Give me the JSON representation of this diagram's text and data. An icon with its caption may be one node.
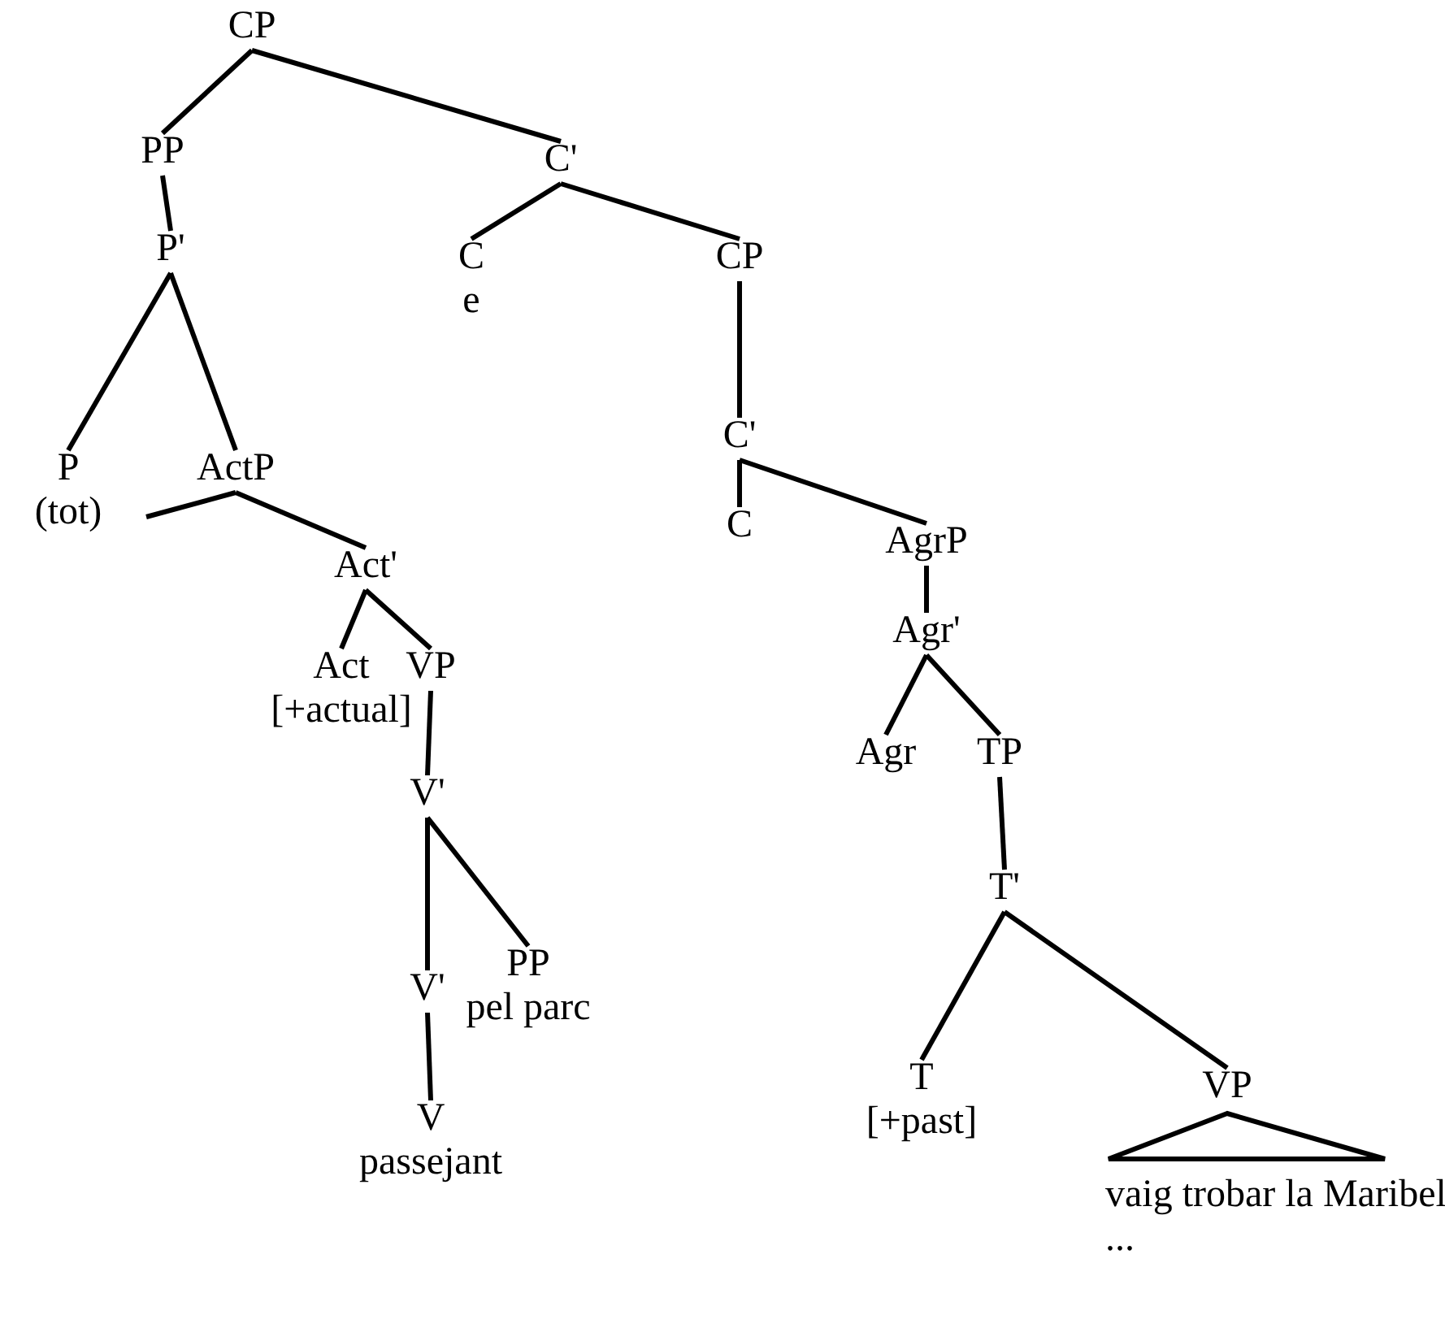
{
  "diagram": {
    "nodes": [
      {
        "text": [
          "CP"
        ]
      },
      {
        "text": [
          "PP"
        ]
      },
      {
        "text": [
          "C'"
        ]
      },
      {
        "text": [
          "P'"
        ]
      },
      {
        "text": [
          "C",
          "e"
        ]
      },
      {
        "text": [
          "CP"
        ]
      },
      {
        "text": [
          "P",
          "(tot)"
        ]
      },
      {
        "text": [
          "ActP"
        ]
      },
      {
        "text": [
          "C'"
        ]
      },
      {
        "text": [
          "Act'"
        ]
      },
      {
        "text": [
          "C"
        ]
      },
      {
        "text": [
          "AgrP"
        ]
      },
      {
        "text": [
          "Act",
          "[+actual]"
        ]
      },
      {
        "text": [
          "VP"
        ]
      },
      {
        "text": [
          "Agr'"
        ]
      },
      {
        "text": [
          "V'"
        ]
      },
      {
        "text": [
          "Agr"
        ]
      },
      {
        "text": [
          "TP"
        ]
      },
      {
        "text": [
          "PP",
          "pel parc"
        ]
      },
      {
        "text": [
          "V'"
        ]
      },
      {
        "text": [
          "T'"
        ]
      },
      {
        "text": [
          "V",
          "passejant"
        ]
      },
      {
        "text": [
          "T",
          "[+past]"
        ]
      },
      {
        "text": [
          "VP"
        ]
      },
      {
        "text": [],
        "shape": "triangle"
      },
      {
        "text": [
          "vaig trobar la Maribel",
          "..."
        ]
      }
    ],
    "edges": [
      {
        "from": 0,
        "to": 1,
        "arrow": "none"
      },
      {
        "from": 0,
        "to": 2,
        "arrow": "none"
      },
      {
        "from": 1,
        "to": 3,
        "arrow": "none"
      },
      {
        "from": 2,
        "to": 4,
        "arrow": "none"
      },
      {
        "from": 2,
        "to": 5,
        "arrow": "none"
      },
      {
        "from": 3,
        "to": 6,
        "arrow": "none"
      },
      {
        "from": 3,
        "to": 7,
        "arrow": "none"
      },
      {
        "from": 5,
        "to": 8,
        "arrow": "none"
      },
      {
        "from": 8,
        "to": 10,
        "arrow": "none"
      },
      {
        "from": 8,
        "to": 11,
        "arrow": "none"
      },
      {
        "from": 7,
        "to": null,
        "arrow": "none"
      },
      {
        "from": 7,
        "to": 9,
        "arrow": "none"
      },
      {
        "from": 9,
        "to": 12,
        "arrow": "none"
      },
      {
        "from": 9,
        "to": 13,
        "arrow": "none"
      },
      {
        "from": 13,
        "to": 15,
        "arrow": "none"
      },
      {
        "from": 15,
        "to": 19,
        "arrow": "none"
      },
      {
        "from": 15,
        "to": 18,
        "arrow": "none"
      },
      {
        "from": 19,
        "to": 21,
        "arrow": "none"
      },
      {
        "from": 11,
        "to": 14,
        "arrow": "none"
      },
      {
        "from": 14,
        "to": 16,
        "arrow": "none"
      },
      {
        "from": 14,
        "to": 17,
        "arrow": "none"
      },
      {
        "from": 17,
        "to": 20,
        "arrow": "none"
      },
      {
        "from": 20,
        "to": 22,
        "arrow": "none"
      },
      {
        "from": 20,
        "to": 23,
        "arrow": "none"
      }
    ]
  }
}
